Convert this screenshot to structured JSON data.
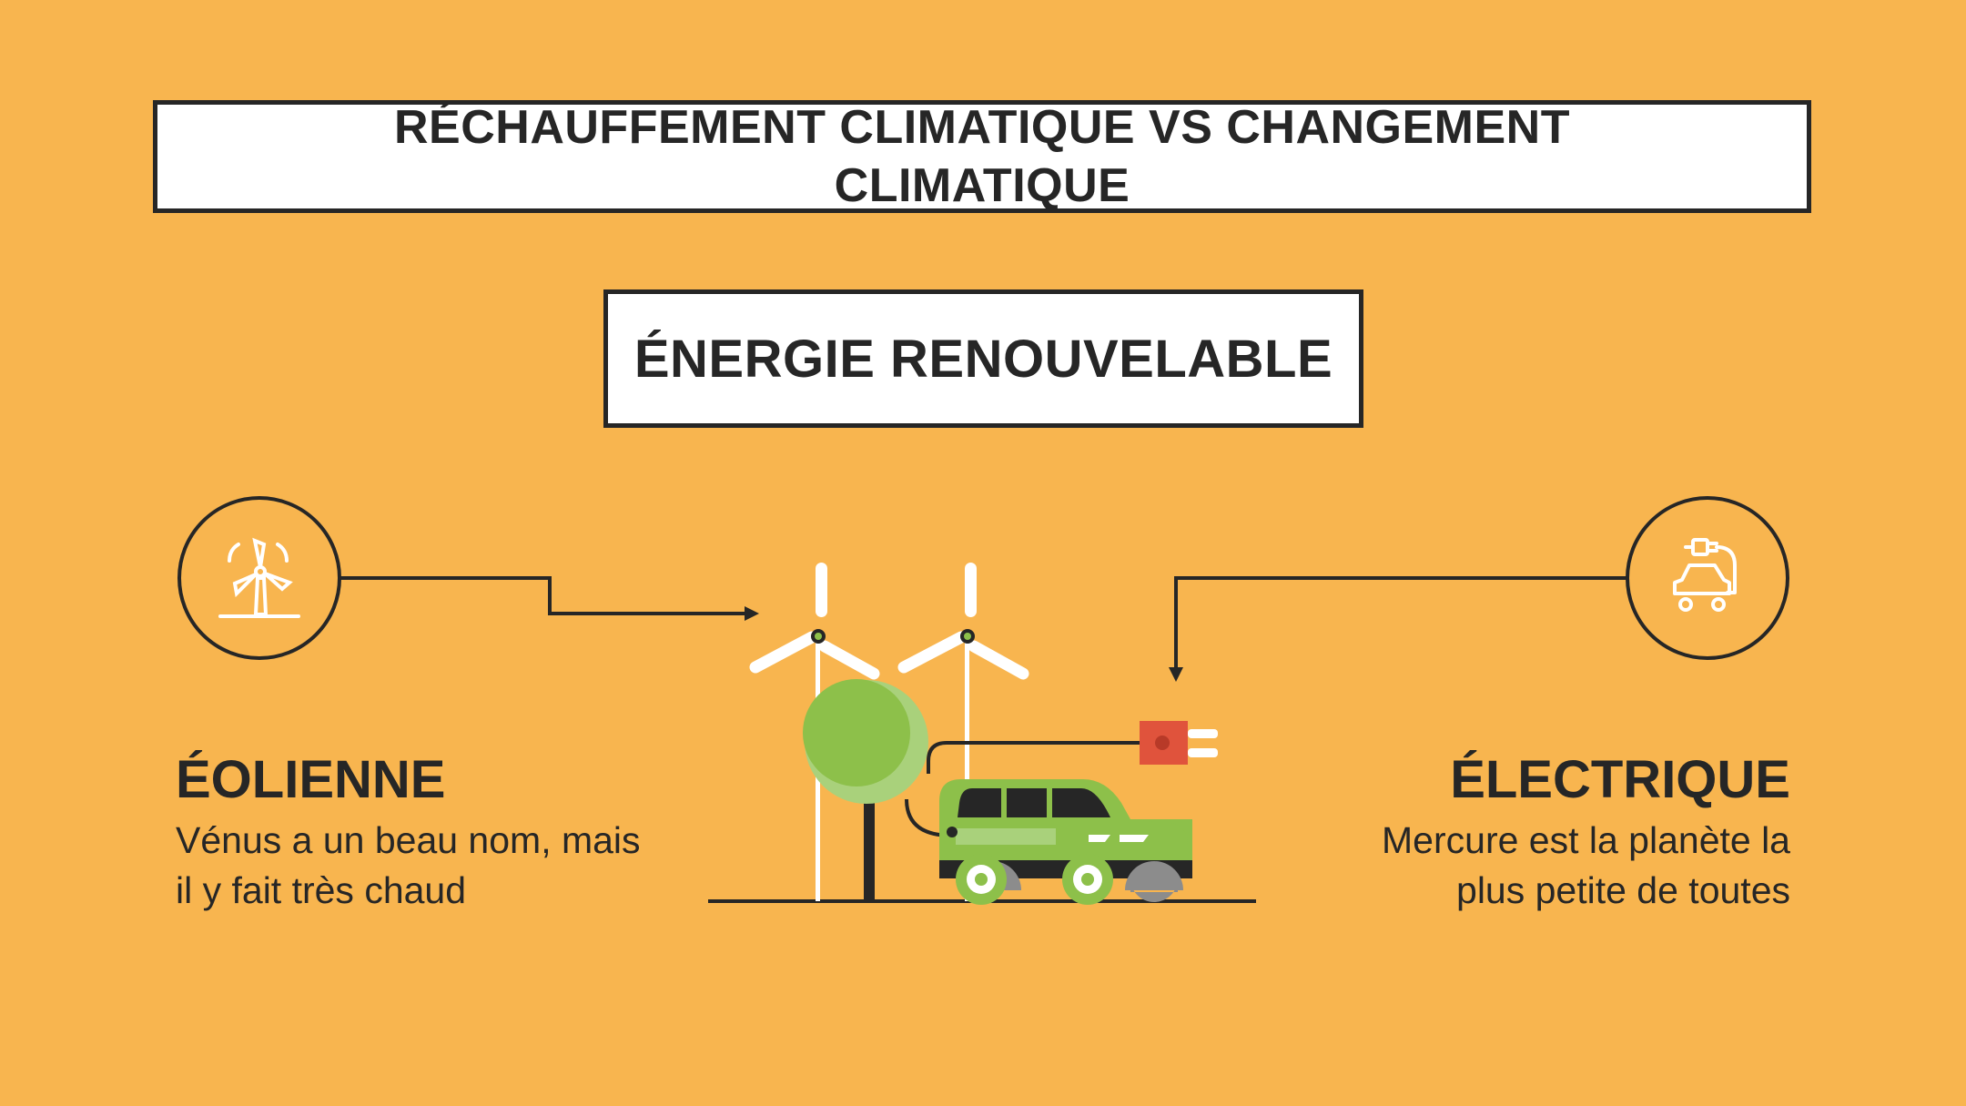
{
  "title": "RÉCHAUFFEMENT CLIMATIQUE VS CHANGEMENT CLIMATIQUE",
  "subtitle": "ÉNERGIE RENOUVELABLE",
  "left": {
    "heading": "ÉOLIENNE",
    "description": "Vénus a un beau nom, mais il y fait très chaud",
    "icon": "wind-turbine-icon"
  },
  "right": {
    "heading": "ÉLECTRIQUE",
    "description": "Mercure est la planète la plus petite de toutes",
    "icon": "electric-car-icon"
  },
  "colors": {
    "background": "#F8B54F",
    "ink": "#262626",
    "white": "#FFFFFF",
    "green": "#8DC04A",
    "light_green": "#A9D17B",
    "plug_red": "#E0533C"
  }
}
